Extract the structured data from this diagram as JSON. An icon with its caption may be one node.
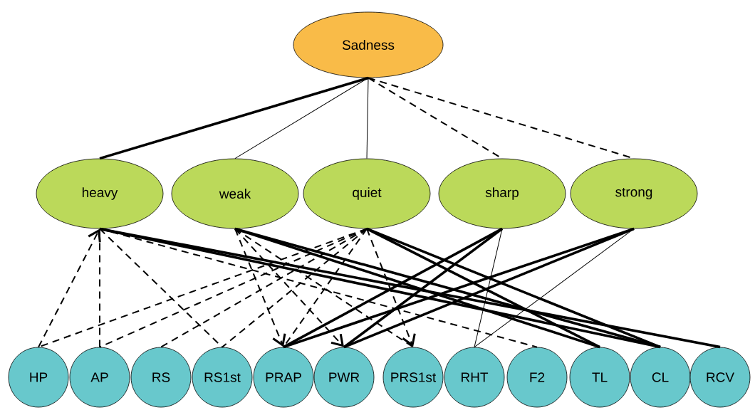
{
  "diagram": {
    "nodes": [
      {
        "text": [
          "Sadness"
        ]
      },
      {
        "text": [
          "heavy"
        ]
      },
      {
        "text": [
          "weak"
        ]
      },
      {
        "text": [
          "quiet"
        ]
      },
      {
        "text": [
          "sharp"
        ]
      },
      {
        "text": [
          "strong"
        ]
      },
      {
        "text": [
          "HP"
        ]
      },
      {
        "text": [
          "AP"
        ]
      },
      {
        "text": [
          "RS"
        ]
      },
      {
        "text": [
          "RS1st"
        ]
      },
      {
        "text": [
          "PRAP"
        ]
      },
      {
        "text": [
          "PWR"
        ]
      },
      {
        "text": [
          "PRS1st"
        ]
      },
      {
        "text": [
          "RHT"
        ]
      },
      {
        "text": [
          "F2"
        ]
      },
      {
        "text": [
          "TL"
        ]
      },
      {
        "text": [
          "CL"
        ]
      },
      {
        "text": [
          "RCV"
        ]
      }
    ],
    "edges": [
      {
        "from": 0,
        "to": 1,
        "arrow": "none",
        "style": "thick"
      },
      {
        "from": 0,
        "to": 2,
        "arrow": "none"
      },
      {
        "from": 0,
        "to": 3,
        "arrow": "none"
      },
      {
        "from": 0,
        "to": 4,
        "arrow": "none",
        "style": "dashed"
      },
      {
        "from": 0,
        "to": 5,
        "arrow": "none",
        "style": "dashed"
      },
      {
        "from": 6,
        "to": 1,
        "arrow": "to",
        "style": "dashed"
      },
      {
        "from": 7,
        "to": 1,
        "arrow": "none",
        "style": "dashed"
      },
      {
        "from": 1,
        "to": 9,
        "arrow": "none",
        "style": "dashed"
      },
      {
        "from": 1,
        "to": 14,
        "arrow": "none",
        "style": "dashed"
      },
      {
        "from": 1,
        "to": 16,
        "arrow": "none",
        "style": "thick"
      },
      {
        "from": 1,
        "to": 17,
        "arrow": "none",
        "style": "thick"
      },
      {
        "from": 2,
        "to": 10,
        "arrow": "to",
        "style": "dashed"
      },
      {
        "from": 2,
        "to": 11,
        "arrow": "to",
        "style": "dashed"
      },
      {
        "from": 2,
        "to": 12,
        "arrow": "none",
        "style": "dashed"
      },
      {
        "from": 2,
        "to": 15,
        "arrow": "none",
        "style": "thick"
      },
      {
        "from": 2,
        "to": 16,
        "arrow": "none",
        "style": "thick"
      },
      {
        "from": 3,
        "to": 6,
        "arrow": "none",
        "style": "dashed"
      },
      {
        "from": 3,
        "to": 7,
        "arrow": "none",
        "style": "dashed"
      },
      {
        "from": 3,
        "to": 8,
        "arrow": "none",
        "style": "dashed"
      },
      {
        "from": 3,
        "to": 9,
        "arrow": "none",
        "style": "dashed"
      },
      {
        "from": 3,
        "to": 10,
        "arrow": "none",
        "style": "dashed"
      },
      {
        "from": 3,
        "to": 12,
        "arrow": "to",
        "style": "dashed"
      },
      {
        "from": 3,
        "to": 15,
        "arrow": "none",
        "style": "thick"
      },
      {
        "from": 3,
        "to": 16,
        "arrow": "none",
        "style": "thick"
      },
      {
        "from": 4,
        "to": 10,
        "arrow": "none",
        "style": "thick"
      },
      {
        "from": 4,
        "to": 11,
        "arrow": "none",
        "style": "thick"
      },
      {
        "from": 4,
        "to": 13,
        "arrow": "none"
      },
      {
        "from": 5,
        "to": 10,
        "arrow": "none",
        "style": "thick"
      },
      {
        "from": 5,
        "to": 11,
        "arrow": "none",
        "style": "thick"
      },
      {
        "from": 5,
        "to": 13,
        "arrow": "none"
      }
    ]
  }
}
